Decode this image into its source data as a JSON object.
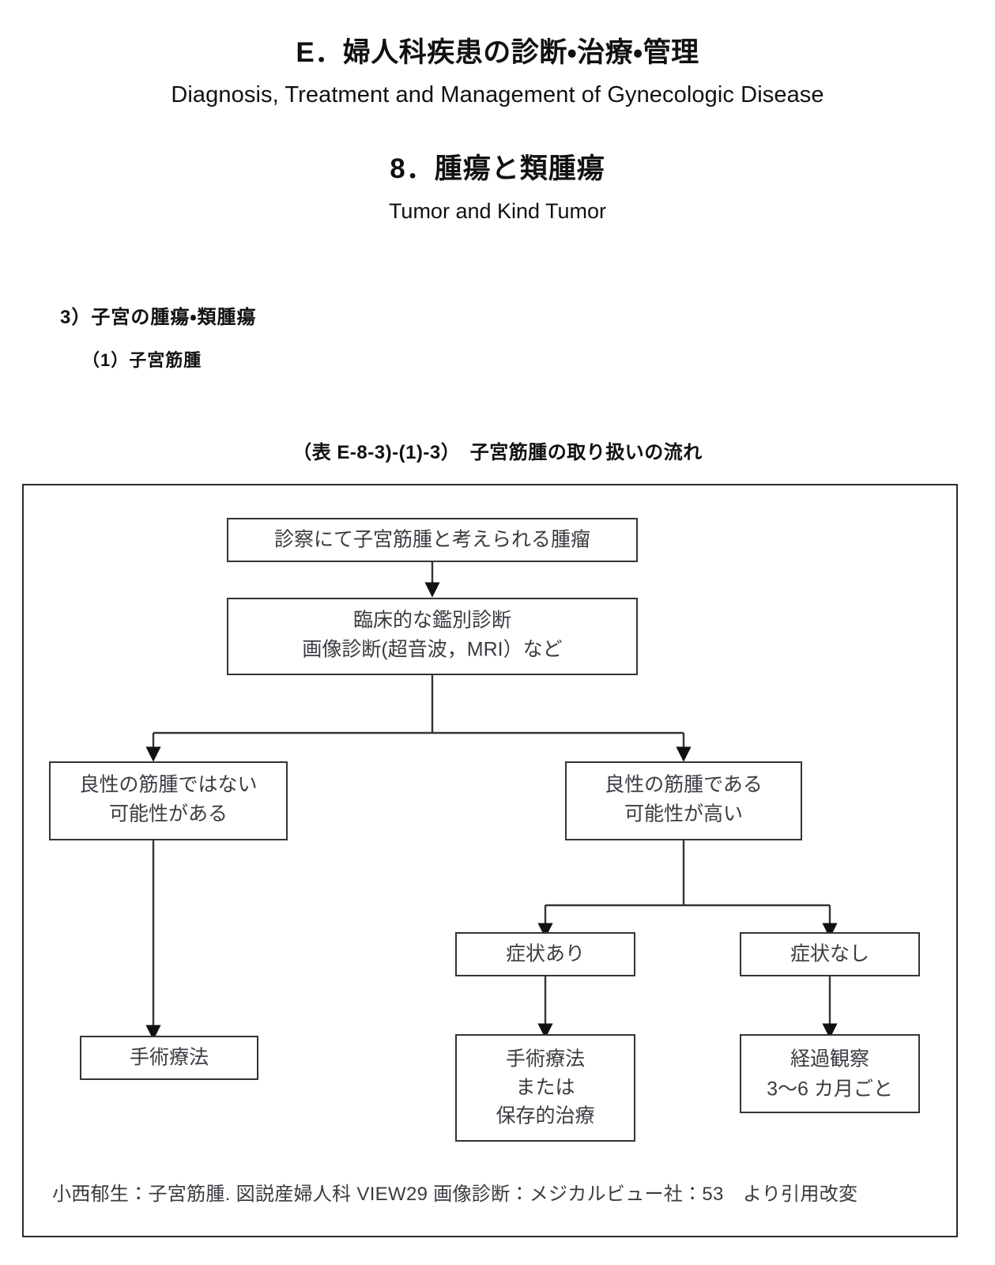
{
  "header": {
    "chapter_jp": "E．婦人科疾患の診断・治療・管理",
    "chapter_en": "Diagnosis, Treatment and Management of Gynecologic Disease",
    "section_jp": "8．腫瘍と類腫瘍",
    "section_en": "Tumor and Kind Tumor"
  },
  "outline": {
    "level1": "3）子宮の腫瘍・類腫瘍",
    "level2": "（1）子宮筋腫"
  },
  "figure": {
    "caption": "（表 E-8-3)-(1)-3）　子宮筋腫の取り扱いの流れ",
    "source": "小西郁生：子宮筋腫. 図説産婦人科 VIEW29 画像診断：メジカルビュー社：53　より引用改変"
  },
  "chart_data": {
    "type": "diagram",
    "title": "子宮筋腫の取り扱いの流れ",
    "orientation": "top-down",
    "nodes": [
      {
        "id": "n1",
        "lines": [
          "診察にて子宮筋腫と考えられる腫瘤"
        ]
      },
      {
        "id": "n2",
        "lines": [
          "臨床的な鑑別診断",
          "画像診断(超音波，MRI）など"
        ]
      },
      {
        "id": "n3",
        "lines": [
          "良性の筋腫ではない",
          "可能性がある"
        ]
      },
      {
        "id": "n4",
        "lines": [
          "良性の筋腫である",
          "可能性が高い"
        ]
      },
      {
        "id": "n5",
        "lines": [
          "症状あり"
        ]
      },
      {
        "id": "n6",
        "lines": [
          "症状なし"
        ]
      },
      {
        "id": "n7",
        "lines": [
          "手術療法"
        ]
      },
      {
        "id": "n8",
        "lines": [
          "手術療法",
          "または",
          "保存的治療"
        ]
      },
      {
        "id": "n9",
        "lines": [
          "経過観察",
          "3〜6 カ月ごと"
        ]
      }
    ],
    "edges": [
      {
        "from": "n1",
        "to": "n2"
      },
      {
        "from": "n2",
        "to": "n3"
      },
      {
        "from": "n2",
        "to": "n4"
      },
      {
        "from": "n3",
        "to": "n7"
      },
      {
        "from": "n4",
        "to": "n5"
      },
      {
        "from": "n4",
        "to": "n6"
      },
      {
        "from": "n5",
        "to": "n8"
      },
      {
        "from": "n6",
        "to": "n9"
      }
    ]
  }
}
